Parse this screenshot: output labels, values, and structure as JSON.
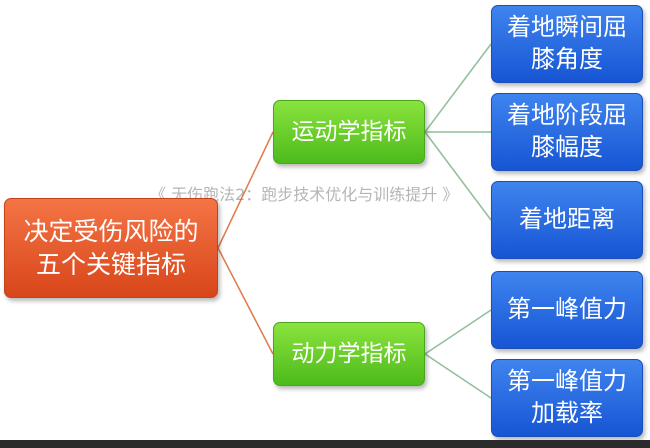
{
  "diagram": {
    "root": {
      "label": "决定受伤风险的\n五个关键指标",
      "color": "#e8582a"
    },
    "branches": [
      {
        "label": "运动学指标",
        "color": "#66cc2b",
        "leaves": [
          "着地瞬间屈\n膝角度",
          "着地阶段屈\n膝幅度",
          "着地距离"
        ]
      },
      {
        "label": "动力学指标",
        "color": "#66cc2b",
        "leaves": [
          "第一峰值力",
          "第一峰值力\n加载率"
        ]
      }
    ],
    "leaf_color": "#2a6be3",
    "connector_colors": {
      "root_to_branch": "#e07a4a",
      "branch_to_leaf": "#8fbf9a"
    }
  },
  "watermark": "《 无伤跑法2：跑步技术优化与训练提升 》"
}
